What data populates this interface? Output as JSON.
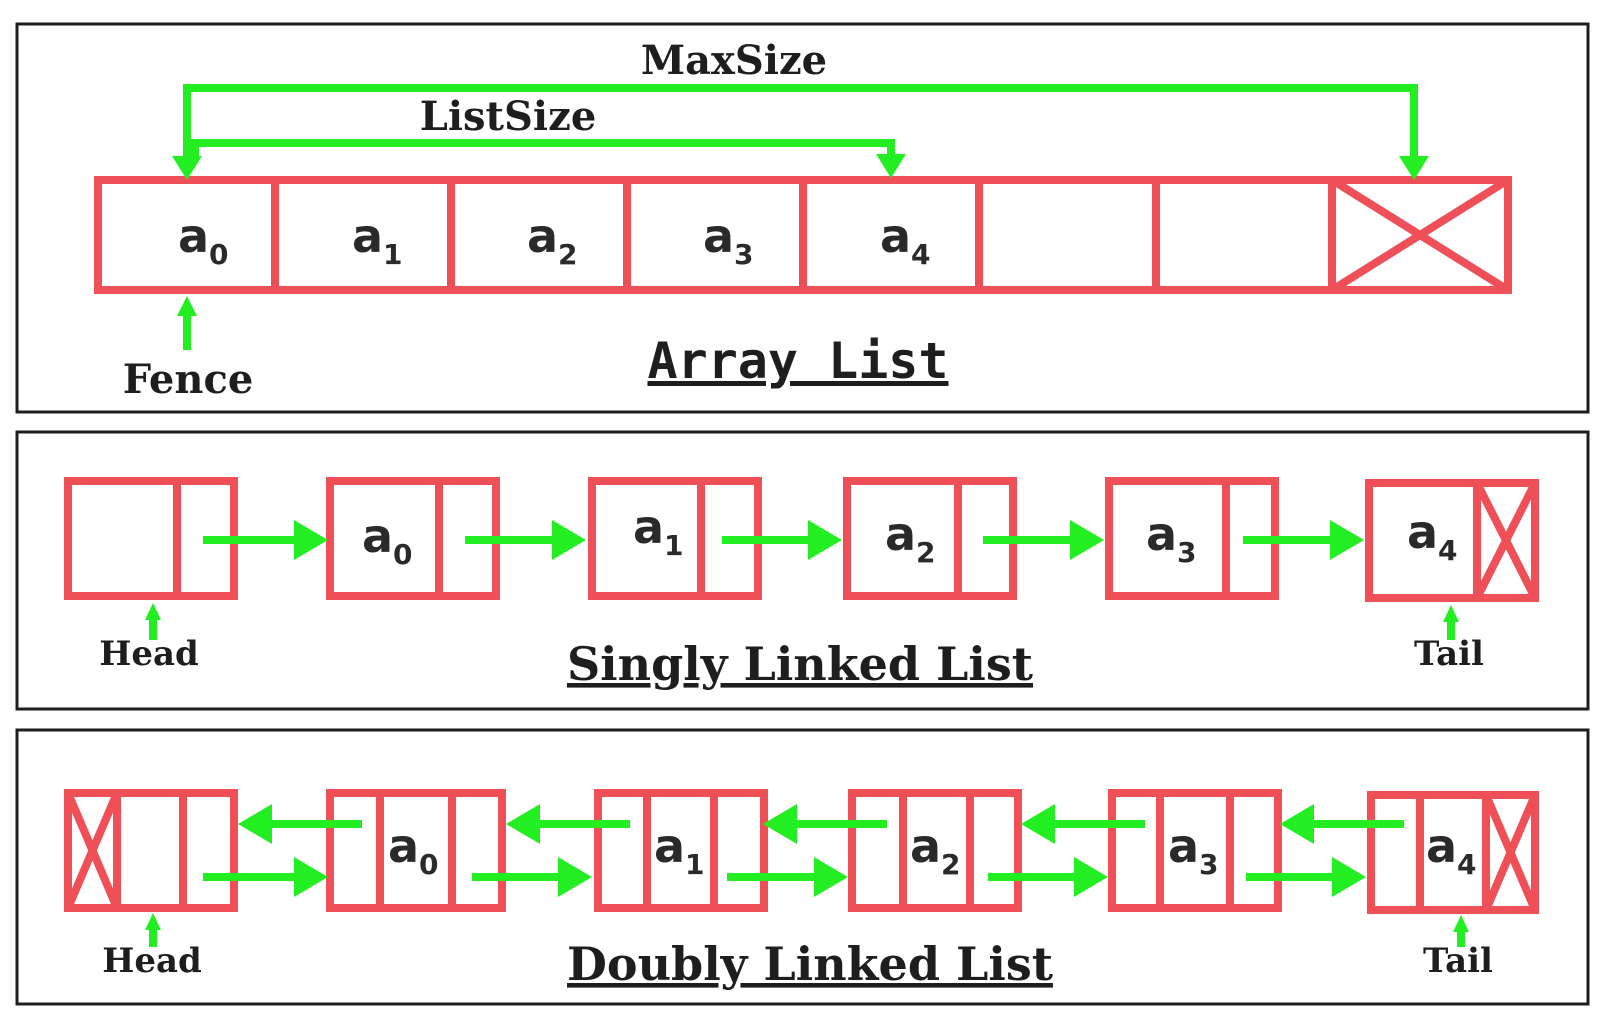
{
  "array_list": {
    "title": "Array List",
    "max_label": "MaxSize",
    "list_label": "ListSize",
    "fence_label": "Fence",
    "elements": [
      {
        "base": "a",
        "sub": "0"
      },
      {
        "base": "a",
        "sub": "1"
      },
      {
        "base": "a",
        "sub": "2"
      },
      {
        "base": "a",
        "sub": "3"
      },
      {
        "base": "a",
        "sub": "4"
      }
    ]
  },
  "singly_linked": {
    "title": "Singly Linked List",
    "head_label": "Head",
    "tail_label": "Tail",
    "elements": [
      {
        "base": "a",
        "sub": "0"
      },
      {
        "base": "a",
        "sub": "1"
      },
      {
        "base": "a",
        "sub": "2"
      },
      {
        "base": "a",
        "sub": "3"
      },
      {
        "base": "a",
        "sub": "4"
      }
    ]
  },
  "doubly_linked": {
    "title": "Doubly Linked List",
    "head_label": "Head",
    "tail_label": "Tail",
    "elements": [
      {
        "base": "a",
        "sub": "0"
      },
      {
        "base": "a",
        "sub": "1"
      },
      {
        "base": "a",
        "sub": "2"
      },
      {
        "base": "a",
        "sub": "3"
      },
      {
        "base": "a",
        "sub": "4"
      }
    ]
  },
  "colors": {
    "node_border": "#ef5057",
    "arrow": "#22ee22",
    "text": "#1e1e1e"
  }
}
